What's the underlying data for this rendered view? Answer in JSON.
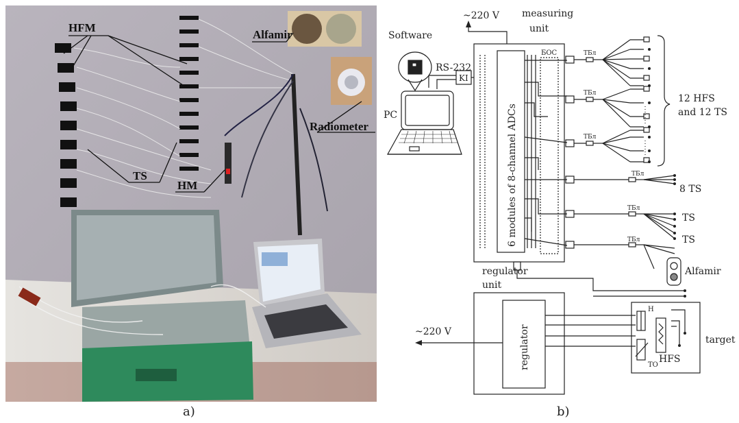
{
  "captions": {
    "left": "a)",
    "right": "b)"
  },
  "photo": {
    "labels": {
      "hfm": "HFM",
      "alfamir": "Alfamir",
      "radiometer": "Radiometer",
      "ts": "TS",
      "hm": "HM"
    }
  },
  "diagram": {
    "top_supply": "~220 V",
    "measuring_unit": "measuring\nunit",
    "software": "Software",
    "rs232": "RS-232",
    "ki": "KI",
    "pc": "PC",
    "adc_modules": "6 modules of 8-channel ADCs",
    "bos": "БОС",
    "teb": "ТБл",
    "hfs_ts_group": "12 HFS\nand 12 TS",
    "ts8": "8 TS",
    "ts_a": "TS",
    "ts_b": "TS",
    "alfamir": "Alfamir",
    "regulator_unit": "regulator\nunit",
    "regulator": "regulator",
    "left_supply": "~220 V",
    "heater": "H",
    "to": "TO",
    "hfs": "HFS",
    "target": "target"
  }
}
